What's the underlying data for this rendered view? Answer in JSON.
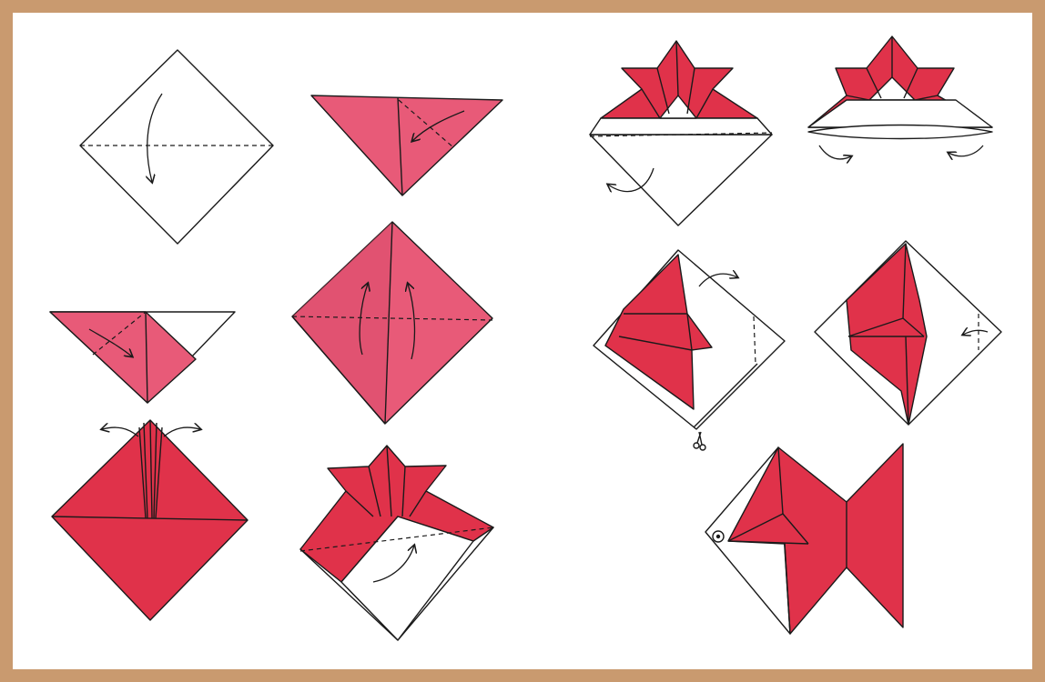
{
  "colors": {
    "frame": "#c99a6f",
    "paper": "#ffffff",
    "red": "#e0324a",
    "pink": "#e85a78",
    "deep_red": "#d81e3c",
    "line": "#1a1a1a"
  },
  "steps": [
    {
      "id": 1,
      "fold": "diagonal-fold-down"
    },
    {
      "id": 2,
      "fold": "corner-fold-to-center"
    },
    {
      "id": 3,
      "fold": "reverse-corner-fold"
    },
    {
      "id": 4,
      "fold": "fold-sides-up"
    },
    {
      "id": 5,
      "fold": "spread-pleats"
    },
    {
      "id": 6,
      "fold": "fold-bottom-up"
    },
    {
      "id": 7,
      "fold": "hat-shape-turn-over"
    },
    {
      "id": 8,
      "fold": "flatten-and-turn"
    },
    {
      "id": 9,
      "fold": "cut-and-fold-right"
    },
    {
      "id": 10,
      "fold": "fold-tail-edge"
    },
    {
      "id": 11,
      "fold": "finished-goldfish"
    }
  ]
}
